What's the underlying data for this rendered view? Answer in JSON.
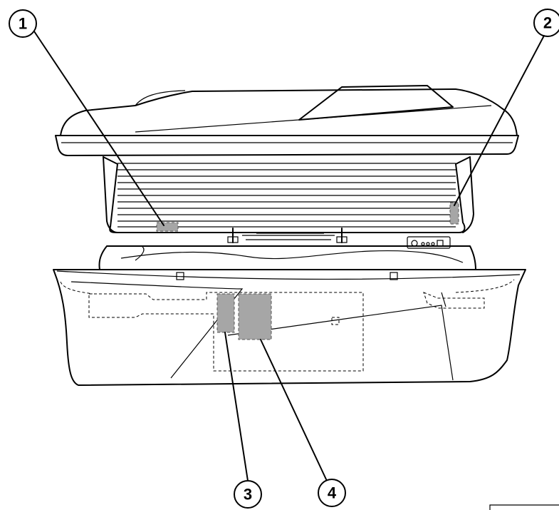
{
  "figure": {
    "subject": "tanning-bed-component-locations",
    "highlight_color": "#a6a6a6",
    "line_color": "#000000"
  },
  "callouts": [
    {
      "label": "1"
    },
    {
      "label": "2"
    },
    {
      "label": "3"
    },
    {
      "label": "4"
    }
  ]
}
